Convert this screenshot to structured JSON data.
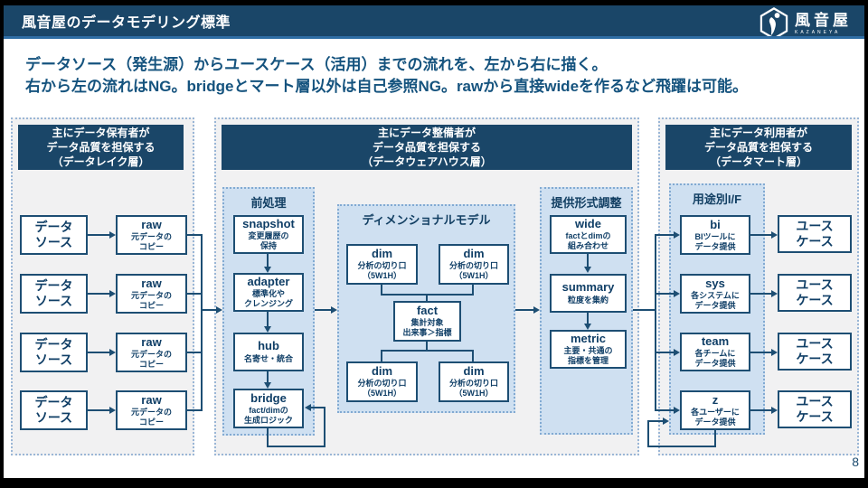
{
  "page_number": "8",
  "colors": {
    "navy": "#1a4668",
    "line_navy": "#1d4e73",
    "panel_blue": "#cfe0f1",
    "outer_gray": "#f1f1f2",
    "accent_line": "#2e6da4",
    "subtitle_text": "#15537e"
  },
  "header": {
    "title": "風音屋のデータモデリング標準",
    "logo_name": "風音屋",
    "logo_sub": "KAZANEYA"
  },
  "subtitle": {
    "line1": "データソース（発生源）からユースケース（活用）までの流れを、左から右に描く。",
    "line2": "右から左の流れはNG。bridgeとマート層以外は自己参照NG。rawから直接wideを作るなど飛躍は可能。"
  },
  "lake": {
    "header": "主にデータ保有者が\nデータ品質を担保する\n（データレイク層）",
    "sources": [
      {
        "t": "データ\nソース"
      },
      {
        "t": "データ\nソース"
      },
      {
        "t": "データ\nソース"
      },
      {
        "t": "データ\nソース"
      }
    ],
    "raws": [
      {
        "t": "raw",
        "s": "元データの\nコピー"
      },
      {
        "t": "raw",
        "s": "元データの\nコピー"
      },
      {
        "t": "raw",
        "s": "元データの\nコピー"
      },
      {
        "t": "raw",
        "s": "元データの\nコピー"
      }
    ]
  },
  "dwh": {
    "header": "主にデータ整備者が\nデータ品質を担保する\n（データウェアハウス層）",
    "preprocess": {
      "title": "前処理",
      "snapshot": {
        "t": "snapshot",
        "s": "変更履歴の\n保持"
      },
      "adapter": {
        "t": "adapter",
        "s": "標準化や\nクレンジング"
      },
      "hub": {
        "t": "hub",
        "s": "名寄せ・統合"
      },
      "bridge": {
        "t": "bridge",
        "s": "fact/dimの\n生成ロジック"
      }
    },
    "dimensional": {
      "title": "ディメンショナルモデル",
      "dims": [
        {
          "t": "dim",
          "s": "分析の切り口\n（5W1H）"
        },
        {
          "t": "dim",
          "s": "分析の切り口\n（5W1H）"
        },
        {
          "t": "dim",
          "s": "分析の切り口\n（5W1H）"
        },
        {
          "t": "dim",
          "s": "分析の切り口\n（5W1H）"
        }
      ],
      "fact": {
        "t": "fact",
        "s": "集計対象\n出来事＞指標"
      }
    },
    "delivery": {
      "title": "提供形式調整",
      "wide": {
        "t": "wide",
        "s": "factとdimの\n組み合わせ"
      },
      "summary": {
        "t": "summary",
        "s": "粒度を集約"
      },
      "metric": {
        "t": "metric",
        "s": "主要・共通の\n指標を管理"
      }
    }
  },
  "mart": {
    "header": "主にデータ利用者が\nデータ品質を担保する\n（データマート層）",
    "interface": {
      "title": "用途別I/F",
      "bi": {
        "t": "bi",
        "s": "BIツールに\nデータ提供"
      },
      "sys": {
        "t": "sys",
        "s": "各システムに\nデータ提供"
      },
      "team": {
        "t": "team",
        "s": "各チームに\nデータ提供"
      },
      "z": {
        "t": "z",
        "s": "各ユーザーに\nデータ提供"
      }
    },
    "usecases": [
      {
        "t": "ユース\nケース"
      },
      {
        "t": "ユース\nケース"
      },
      {
        "t": "ユース\nケース"
      },
      {
        "t": "ユース\nケース"
      }
    ]
  }
}
